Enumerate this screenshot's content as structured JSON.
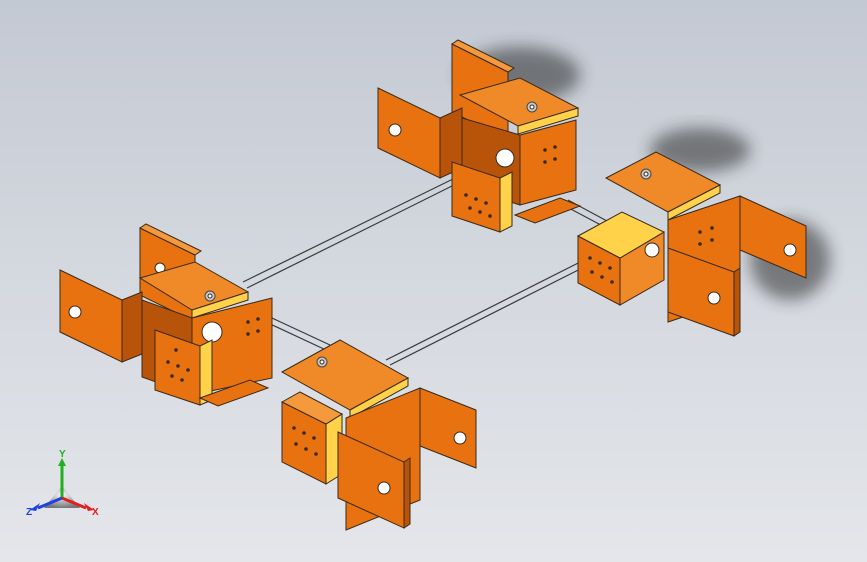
{
  "app": {
    "title": ""
  },
  "viewport": {
    "background_top": "#c3c9d3",
    "background_bottom": "#e4e6ea",
    "part_color": "#e8720f",
    "part_shadow": "#b8540a",
    "part_highlight": "#f59a3c",
    "part_accent": "#ffd24a",
    "edge_color": "#3a2a1a"
  },
  "assembly": {
    "bracket_groups": [
      "bracket-group-front-left",
      "bracket-group-back-left",
      "bracket-group-front-right",
      "bracket-group-back-right"
    ]
  },
  "triad": {
    "x_label": "X",
    "y_label": "Y",
    "z_label": "Z",
    "x_color": "#e02020",
    "y_color": "#20b020",
    "z_color": "#2040e0"
  }
}
